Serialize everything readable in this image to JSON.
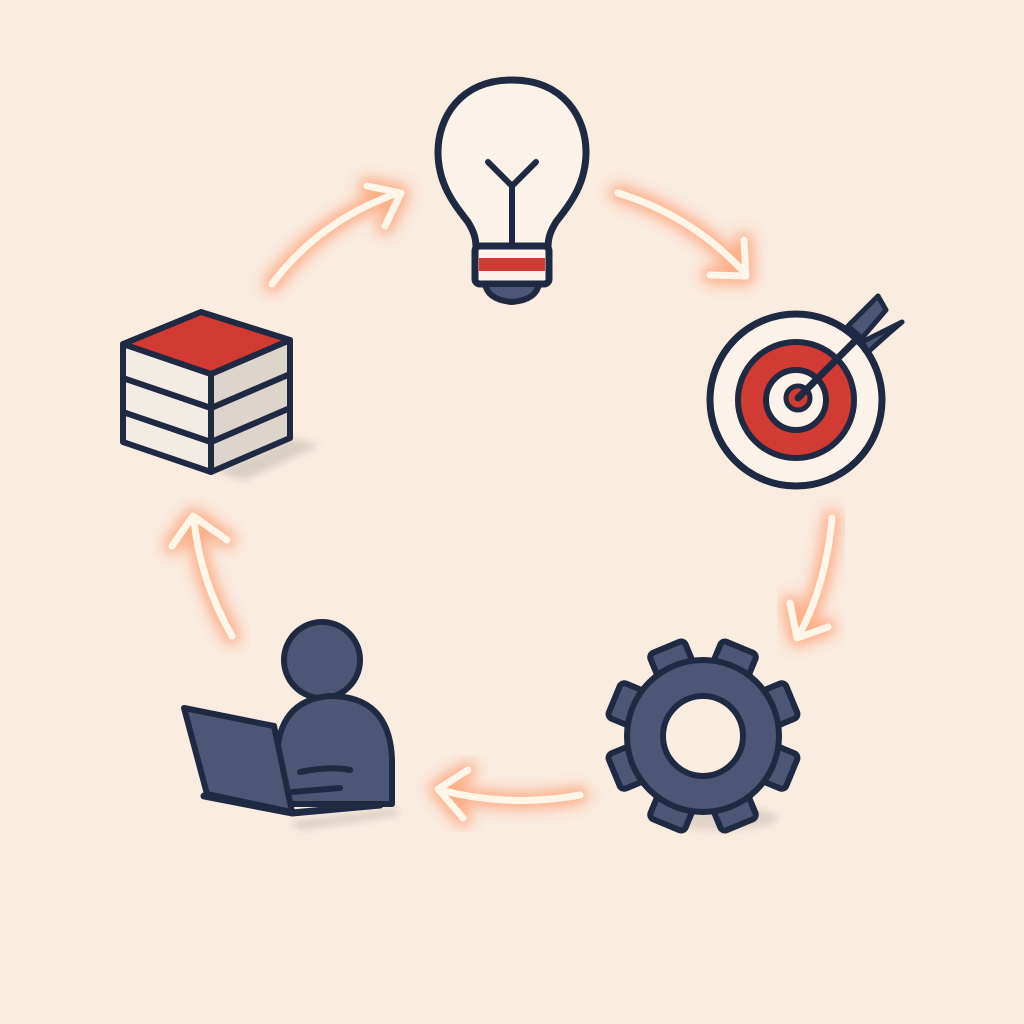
{
  "diagram": {
    "type": "cycle",
    "direction": "clockwise",
    "stages": [
      {
        "icon": "lightbulb-icon"
      },
      {
        "icon": "target-icon"
      },
      {
        "icon": "gear-icon"
      },
      {
        "icon": "person-laptop-icon"
      },
      {
        "icon": "stack-icon"
      }
    ],
    "arrow_count": 5
  },
  "colors": {
    "background": "#f9ece1",
    "outline": "#1f2942",
    "accent_red": "#d13b33",
    "slate_blue": "#4e5676",
    "arrow": "#fff6e8",
    "arrow_glow": "#ff9a6b"
  }
}
